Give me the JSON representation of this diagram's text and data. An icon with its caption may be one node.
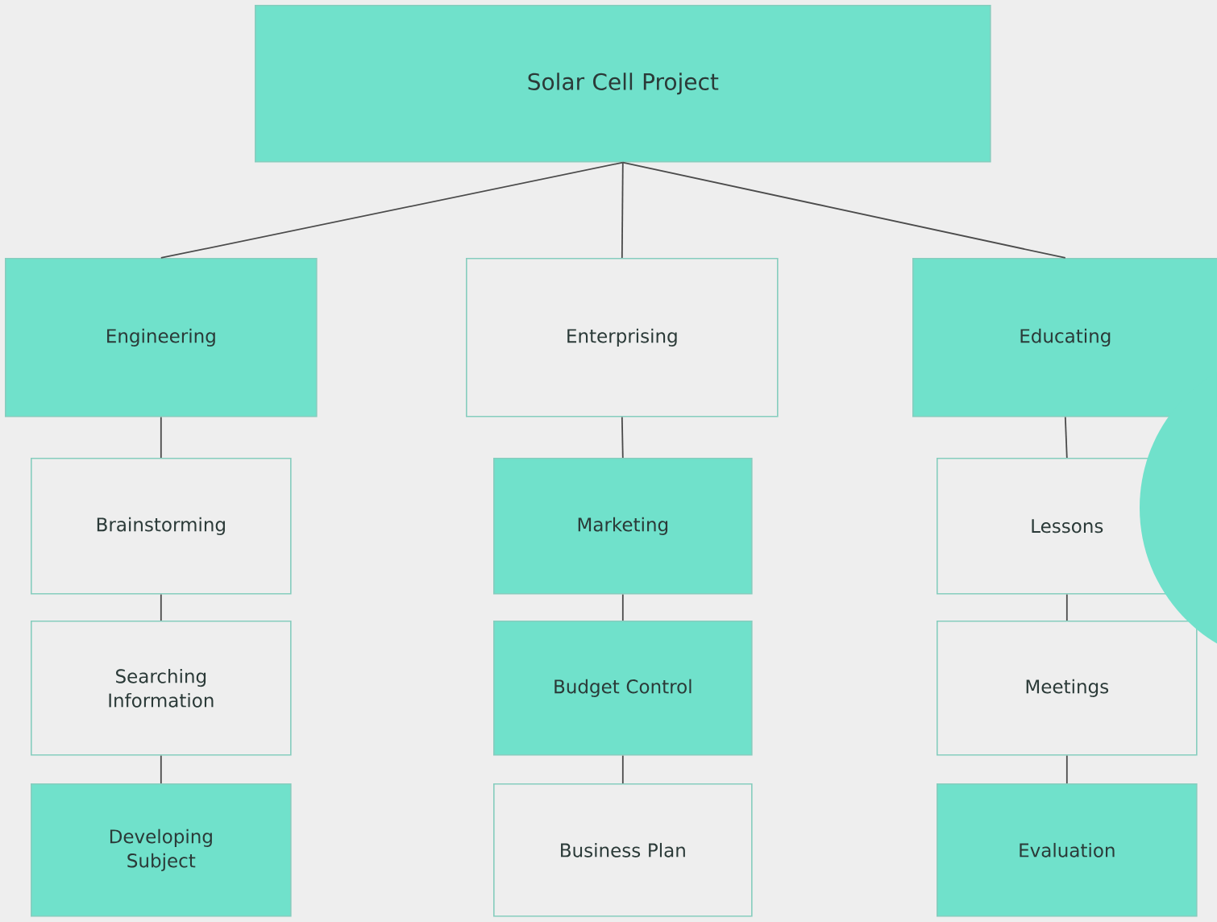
{
  "diagram": {
    "nodes": [
      {
        "text": [
          "Solar Cell Project"
        ]
      },
      {
        "text": [
          "Engineering"
        ]
      },
      {
        "text": [
          "Enterprising"
        ]
      },
      {
        "text": [
          "Educating"
        ]
      },
      {
        "text": [
          "Brainstorming"
        ]
      },
      {
        "text": [
          "Searching Information"
        ]
      },
      {
        "text": [
          "Developing Subject"
        ]
      },
      {
        "text": [
          "Marketing"
        ]
      },
      {
        "text": [
          "Budget Control"
        ]
      },
      {
        "text": [
          "Business Plan"
        ]
      },
      {
        "text": [
          "Lessons"
        ]
      },
      {
        "text": [
          "Meetings"
        ]
      },
      {
        "text": [
          "Evaluation"
        ]
      },
      {
        "text": [],
        "shape": "circle"
      }
    ],
    "edges": [
      {
        "from": 0,
        "to": 1,
        "arrow": "none"
      },
      {
        "from": 0,
        "to": 2,
        "arrow": "none"
      },
      {
        "from": 0,
        "to": 3,
        "arrow": "none"
      },
      {
        "from": 1,
        "to": 4,
        "arrow": "none"
      },
      {
        "from": 4,
        "to": 5,
        "arrow": "none"
      },
      {
        "from": 5,
        "to": 6,
        "arrow": "none"
      },
      {
        "from": 2,
        "to": 7,
        "arrow": "none"
      },
      {
        "from": 7,
        "to": 8,
        "arrow": "none"
      },
      {
        "from": 8,
        "to": 9,
        "arrow": "none"
      },
      {
        "from": 3,
        "to": 10,
        "arrow": "none"
      },
      {
        "from": 10,
        "to": 11,
        "arrow": "none"
      },
      {
        "from": 11,
        "to": 12,
        "arrow": "none"
      }
    ]
  }
}
